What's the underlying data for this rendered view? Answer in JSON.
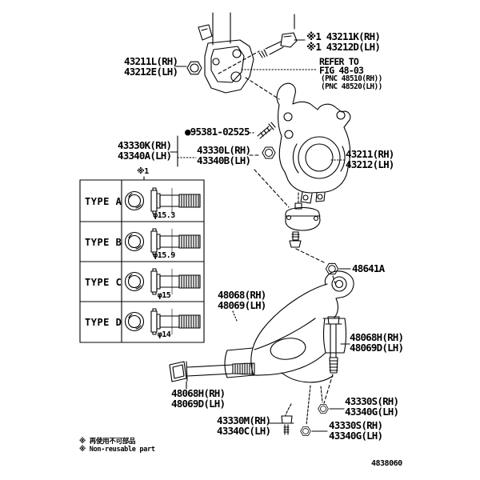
{
  "page": {
    "figure_code": "4838060",
    "legend": {
      "jp": "※ 再使用不可部品",
      "en": "※ Non-reusable part"
    },
    "refer": {
      "l1": "REFER TO",
      "l2": "FIG 48-03",
      "l3": "(PNC 48510(RH))",
      "l4": "(PNC 48520(LH))"
    },
    "callouts": {
      "strut_bolt": {
        "l1": "※1 43211K(RH)",
        "l2": "※1 43212D(LH)"
      },
      "strut_nut": {
        "l1": "43211L(RH)",
        "l2": "43212E(LH)"
      },
      "grease_fitting": {
        "l1": "●95381-02525"
      },
      "ball_joint_assy": {
        "l1": "43330K(RH)",
        "l2": "43340A(LH)"
      },
      "ball_joint": {
        "l1": "43330L(RH)",
        "l2": "43340B(LH)"
      },
      "knuckle": {
        "l1": "43211(RH)",
        "l2": "43212(LH)"
      },
      "ball_joint_nut": {
        "l1": "48641A"
      },
      "lower_arm": {
        "l1": "48068(RH)",
        "l2": "48069(LH)"
      },
      "arm_bolt_rear": {
        "l1": "48068H(RH)",
        "l2": "48069D(LH)"
      },
      "arm_bolt_front": {
        "l1": "48068H(RH)",
        "l2": "48069D(LH)"
      },
      "stabilizer_bolt": {
        "l1": "43330M(RH)",
        "l2": "43340C(LH)"
      },
      "arm_nut_upper": {
        "l1": "43330S(RH)",
        "l2": "43340G(LH)"
      },
      "arm_nut_lower": {
        "l1": "43330S(RH)",
        "l2": "43340G(LH)"
      },
      "table_mark": "※1"
    },
    "bolt_table": {
      "rows": [
        {
          "type": "TYPE A",
          "diameter": "φ15.3"
        },
        {
          "type": "TYPE B",
          "diameter": "φ15.9"
        },
        {
          "type": "TYPE C",
          "diameter": "φ15"
        },
        {
          "type": "TYPE D",
          "diameter": "φ14"
        }
      ]
    },
    "colors": {
      "line": "#000000",
      "background": "#ffffff"
    }
  }
}
